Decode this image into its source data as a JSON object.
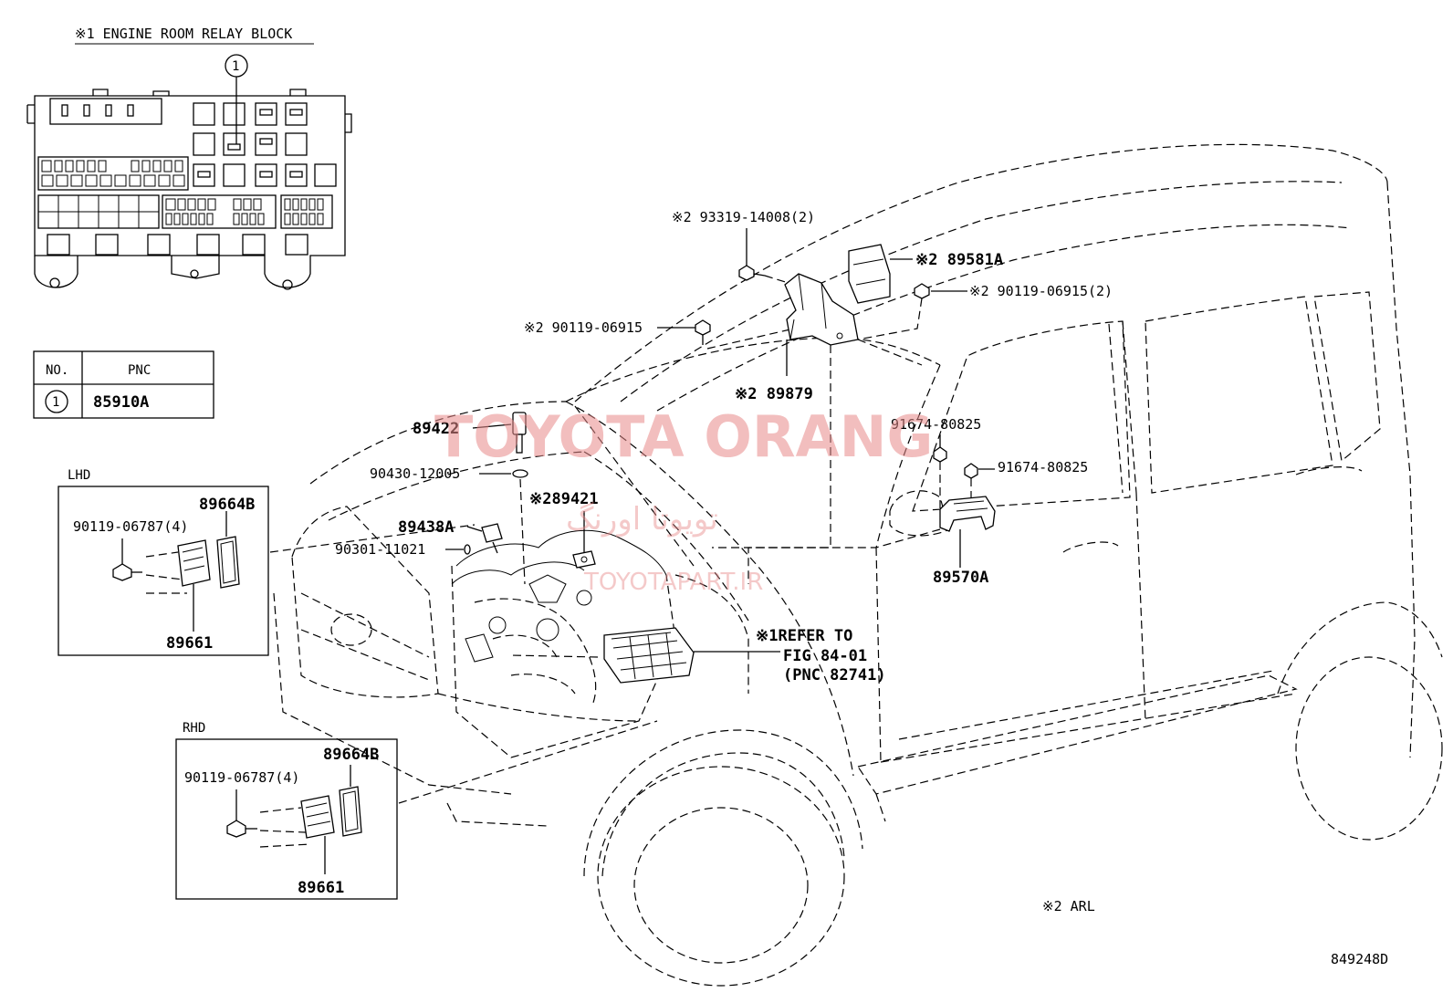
{
  "relay_block": {
    "title": "※1 ENGINE ROOM RELAY BLOCK",
    "callout": "1"
  },
  "pnc_table": {
    "header_no": "NO.",
    "header_pnc": "PNC",
    "row_no": "1",
    "row_pnc": "85910A"
  },
  "lhd": {
    "title": "LHD",
    "screw": "90119-06787(4)",
    "cover": "89664B",
    "module": "89661"
  },
  "rhd": {
    "title": "RHD",
    "screw": "90119-06787(4)",
    "cover": "89664B",
    "module": "89661"
  },
  "labels": {
    "bolt_93319": "※2 93319-14008(2)",
    "sensor_89581A": "※2 89581A",
    "screw_90119_2": "※2 90119-06915(2)",
    "screw_90119": "※2 90119-06915",
    "bracket_89879": "※2 89879",
    "sensor_89422": "89422",
    "gasket_90430": "90430-12005",
    "sensor_89421": "※289421",
    "sensor_89438A": "89438A",
    "gasket_90301": "90301-11021",
    "bolt_91674_a": "91674-80825",
    "bolt_91674_b": "91674-80825",
    "sensor_89570A": "89570A",
    "refer_1": "※1REFER TO",
    "refer_2": "FIG 84-01",
    "refer_3": "(PNC 82741)",
    "note_arl": "※2  ARL",
    "figure_no": "849248D"
  },
  "watermark": {
    "brand": "TOYOTA ORANG",
    "persian": "تویوتا اورنگ",
    "site": "TOYOTAPART.IR"
  }
}
